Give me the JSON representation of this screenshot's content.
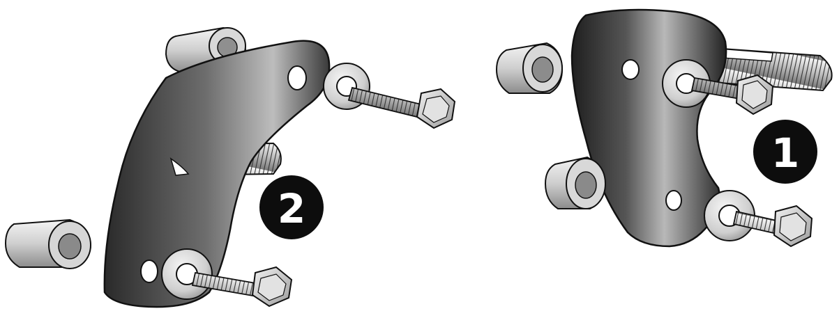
{
  "diagram": {
    "steps": [
      {
        "id": "step-1",
        "label": "1"
      },
      {
        "id": "step-2",
        "label": "2"
      }
    ],
    "colors": {
      "plate_dark": "#2b2b2b",
      "plate_light": "#a9a9a9",
      "metal_light": "#f2f2f2",
      "metal_mid": "#c9c9c9",
      "metal_dark": "#8a8a8a",
      "outline": "#111111",
      "badge": "#0d0d0d",
      "badge_text": "#ffffff"
    },
    "icons": [
      "mounting-plate",
      "spacer",
      "bolt",
      "washer",
      "threaded-stud"
    ]
  }
}
